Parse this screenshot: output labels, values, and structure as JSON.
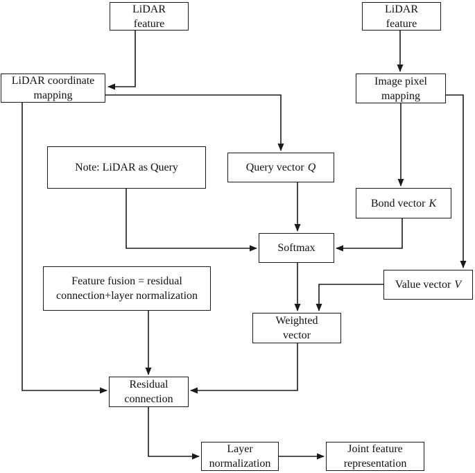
{
  "diagram": {
    "description": "Flowchart of LiDAR-image cross-attention feature fusion",
    "colors": {
      "line": "#1a1a1a",
      "box_border": "#1a1a1a",
      "text": "#111111",
      "background": "#ffffff"
    },
    "nodes": {
      "lidar_feature_left": {
        "line1": "LiDAR",
        "line2": "feature"
      },
      "lidar_feature_right": {
        "line1": "LiDAR",
        "line2": "feature"
      },
      "lidar_coordinate_mapping": {
        "line1": "LiDAR coordinate",
        "line2": "mapping"
      },
      "image_pixel_mapping": {
        "line1": "Image pixel",
        "line2": "mapping"
      },
      "note": {
        "label": "Note: LiDAR as Query"
      },
      "query_vector": {
        "text": "Query vector",
        "symbol": "Q"
      },
      "bond_vector": {
        "text": "Bond vector",
        "symbol": "K"
      },
      "softmax": {
        "label": "Softmax"
      },
      "value_vector": {
        "text": "Value vector",
        "symbol": "V"
      },
      "feature_fusion_note": {
        "line1": "Feature fusion = residual",
        "line2": "connection+layer normalization"
      },
      "weighted_vector": {
        "line1": "Weighted",
        "line2": "vector"
      },
      "residual_connection": {
        "line1": "Residual",
        "line2": "connection"
      },
      "layer_normalization": {
        "line1": "Layer",
        "line2": "normalization"
      },
      "joint_feature_representation": {
        "line1": "Joint feature",
        "line2": "representation"
      }
    }
  }
}
